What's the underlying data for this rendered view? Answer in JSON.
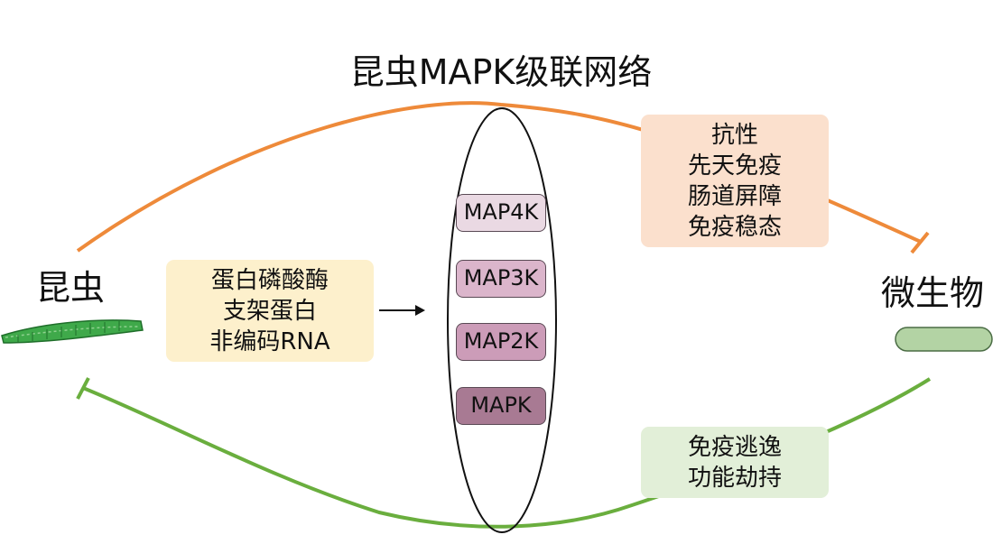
{
  "title": "昆虫MAPK级联网络",
  "insect": {
    "label": "昆虫",
    "image": "caterpillar-icon"
  },
  "microbe": {
    "label": "微生物",
    "image": "bacterium-icon"
  },
  "regulators": {
    "lines": [
      "蛋白磷酸酶",
      "支架蛋白",
      "非编码RNA"
    ],
    "color": "#fdf0cc"
  },
  "cascade": {
    "kinases": [
      {
        "label": "MAP4K",
        "color": "#ead9e3"
      },
      {
        "label": "MAP3K",
        "color": "#dbb5cb"
      },
      {
        "label": "MAP2K",
        "color": "#cc9cb8"
      },
      {
        "label": "MAPK",
        "color": "#a87a93"
      }
    ]
  },
  "insect_effects": {
    "lines": [
      "抗性",
      "先天免疫",
      "肠道屏障",
      "免疫稳态"
    ],
    "color": "#fbe0cd",
    "arc_color": "#ee8a3a"
  },
  "microbe_effects": {
    "lines": [
      "免疫逃逸",
      "功能劫持"
    ],
    "color": "#e2efd8",
    "arc_color": "#6aae3e"
  }
}
